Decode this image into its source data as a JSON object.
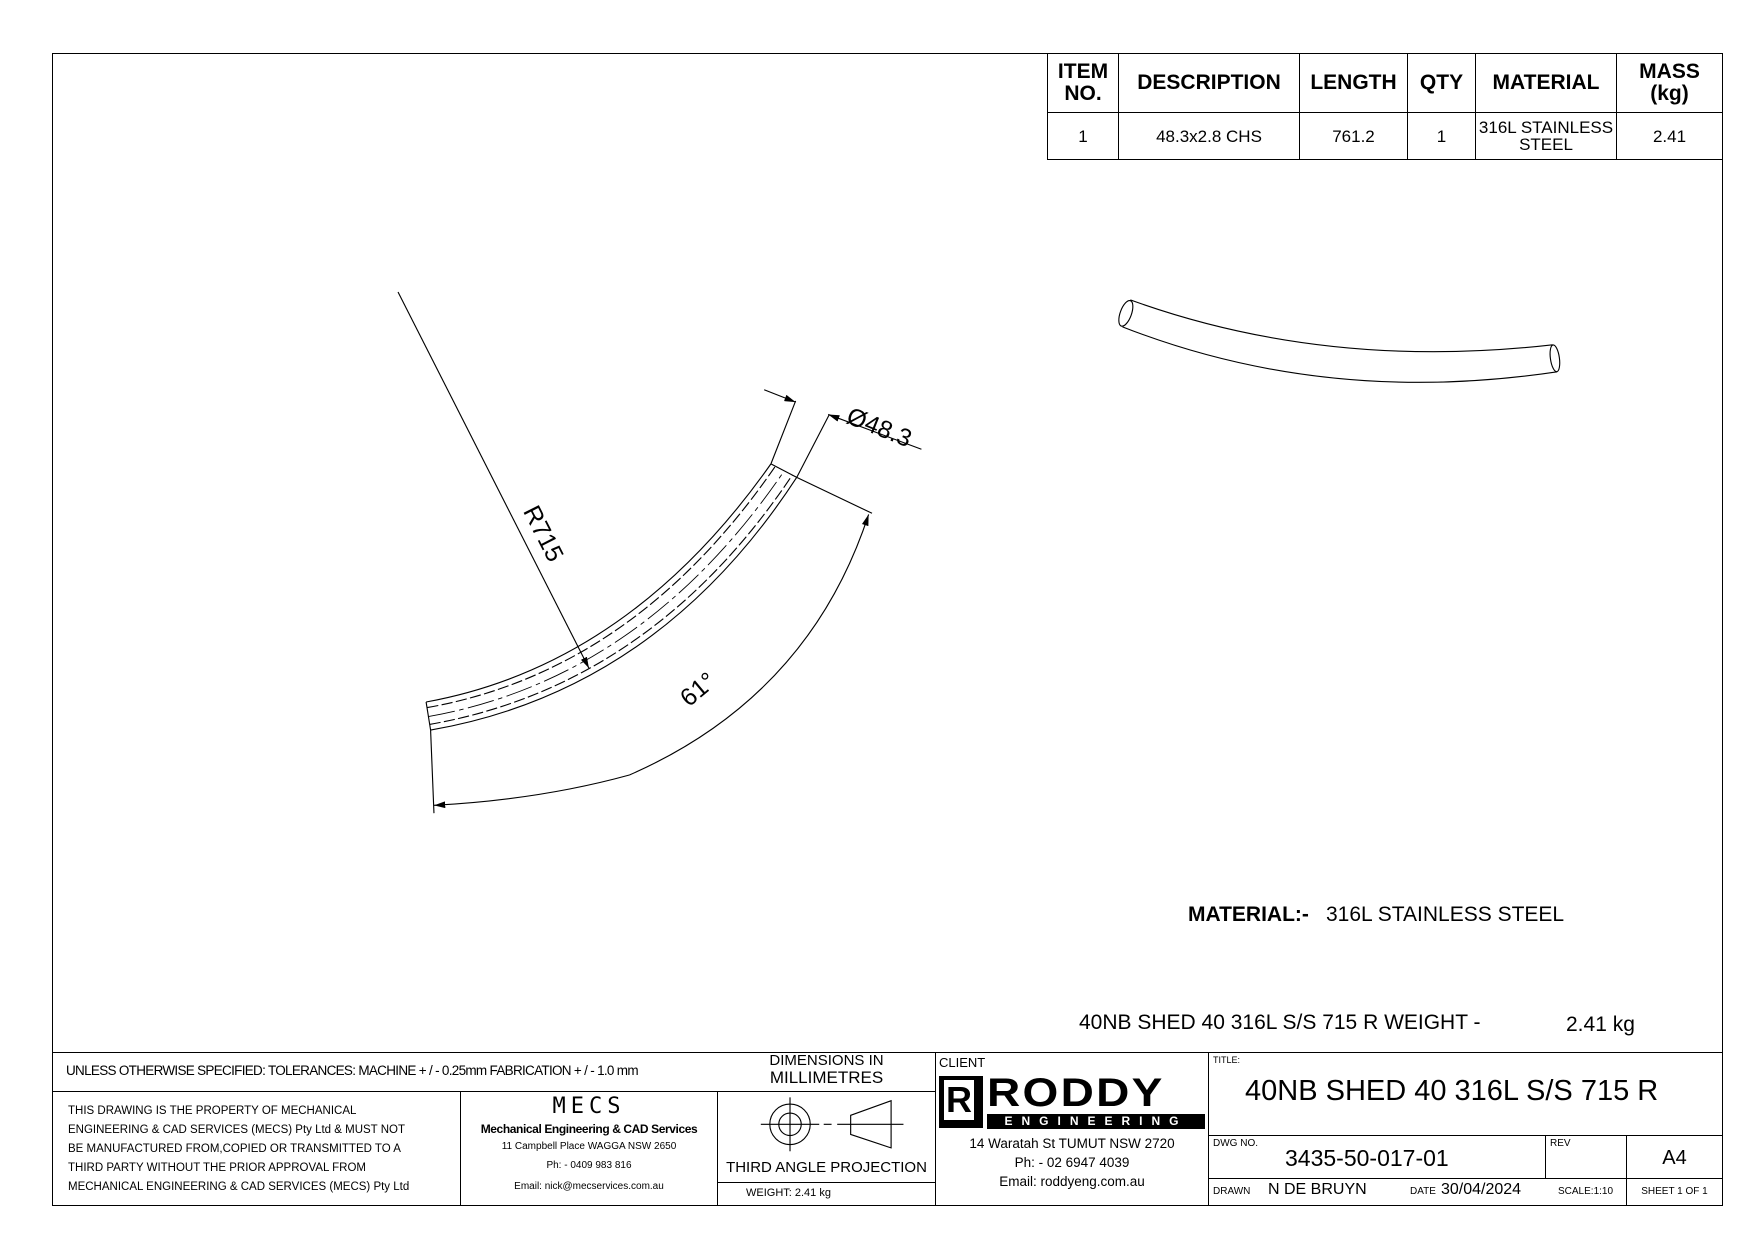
{
  "bom": {
    "headers": [
      "ITEM NO.",
      "DESCRIPTION",
      "LENGTH",
      "QTY",
      "MATERIAL",
      "MASS (kg)"
    ],
    "header_lines": [
      [
        "ITEM",
        "NO."
      ],
      [
        "DESCRIPTION"
      ],
      [
        "LENGTH"
      ],
      [
        "QTY"
      ],
      [
        "MATERIAL"
      ],
      [
        "MASS",
        "(kg)"
      ]
    ],
    "rows": [
      {
        "item": "1",
        "description": "48.3x2.8 CHS",
        "length": "761.2",
        "qty": "1",
        "material_l1": "316L STAINLESS",
        "material_l2": "STEEL",
        "mass": "2.41"
      }
    ]
  },
  "dimensions": {
    "radius": "R715",
    "diameter": "Ø48.3",
    "angle": "61°"
  },
  "notes": {
    "material_label": "MATERIAL:-",
    "material_value": "316L STAINLESS STEEL",
    "weight_line": "40NB SHED 40 316L S/S 715 R WEIGHT -",
    "weight_value": "2.41 kg"
  },
  "title_block": {
    "tolerances": "UNLESS OTHERWISE SPECIFIED: TOLERANCES: MACHINE + / - 0.25mm  FABRICATION + / - 1.0 mm",
    "dimensions_in_l1": "DIMENSIONS IN",
    "dimensions_in_l2": "MILLIMETRES",
    "property_lines": [
      "THIS DRAWING IS THE PROPERTY OF MECHANICAL",
      "ENGINEERING & CAD SERVICES (MECS) Pty Ltd & MUST NOT",
      "BE MANUFACTURED FROM,COPIED OR TRANSMITTED TO A",
      "THIRD PARTY WITHOUT THE PRIOR APPROVAL FROM",
      "MECHANICAL ENGINEERING & CAD SERVICES (MECS) Pty Ltd"
    ],
    "mecs": {
      "logo": "MECS",
      "name": "Mechanical Engineering & CAD Services",
      "address": "11 Campbell Place WAGGA NSW 2650",
      "phone": "Ph: - 0409 983 816",
      "email": "Email: nick@mecservices.com.au"
    },
    "projection": "THIRD ANGLE PROJECTION",
    "weight": "WEIGHT: 2.41 kg",
    "client_label": "CLIENT",
    "client": {
      "logo_main": "RODDY",
      "logo_sub": "ENGINEERING",
      "address": "14 Waratah St TUMUT NSW 2720",
      "phone": "Ph: - 02 6947 4039",
      "email": "Email: roddyeng.com.au"
    },
    "title_label": "TITLE:",
    "title": "40NB SHED 40 316L S/S 715 R",
    "dwg_label": "DWG NO.",
    "dwg_no": "3435-50-017-01",
    "rev_label": "REV",
    "size": "A4",
    "drawn_label": "DRAWN",
    "drawn_by": "N DE BRUYN",
    "date_label": "DATE",
    "date": "30/04/2024",
    "scale": "SCALE:1:10",
    "sheet": "SHEET 1 OF 1"
  }
}
